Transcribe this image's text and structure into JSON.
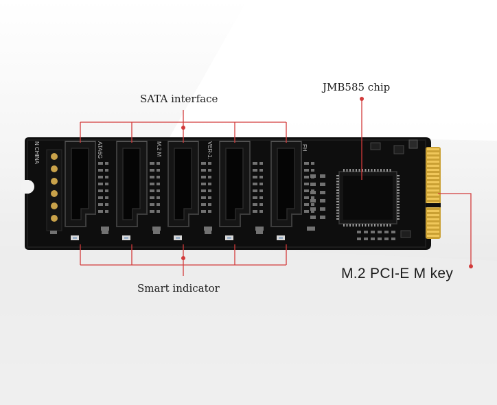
{
  "labels": {
    "sata_interface": "SATA interface",
    "chip": "JMB585 chip",
    "smart_indicator": "Smart indicator",
    "m2_key": "M.2 PCI-E M key"
  },
  "board": {
    "silk_left": "N CHINA",
    "silk_marks": [
      "ATA6G",
      "M.2 M",
      "VER-1.",
      "FH"
    ]
  },
  "colors": {
    "pcb": "#0e0e0e",
    "callout_line": "#d23b3b",
    "gold": "#d8a93a",
    "indicator_led": "#d8d8d8"
  }
}
